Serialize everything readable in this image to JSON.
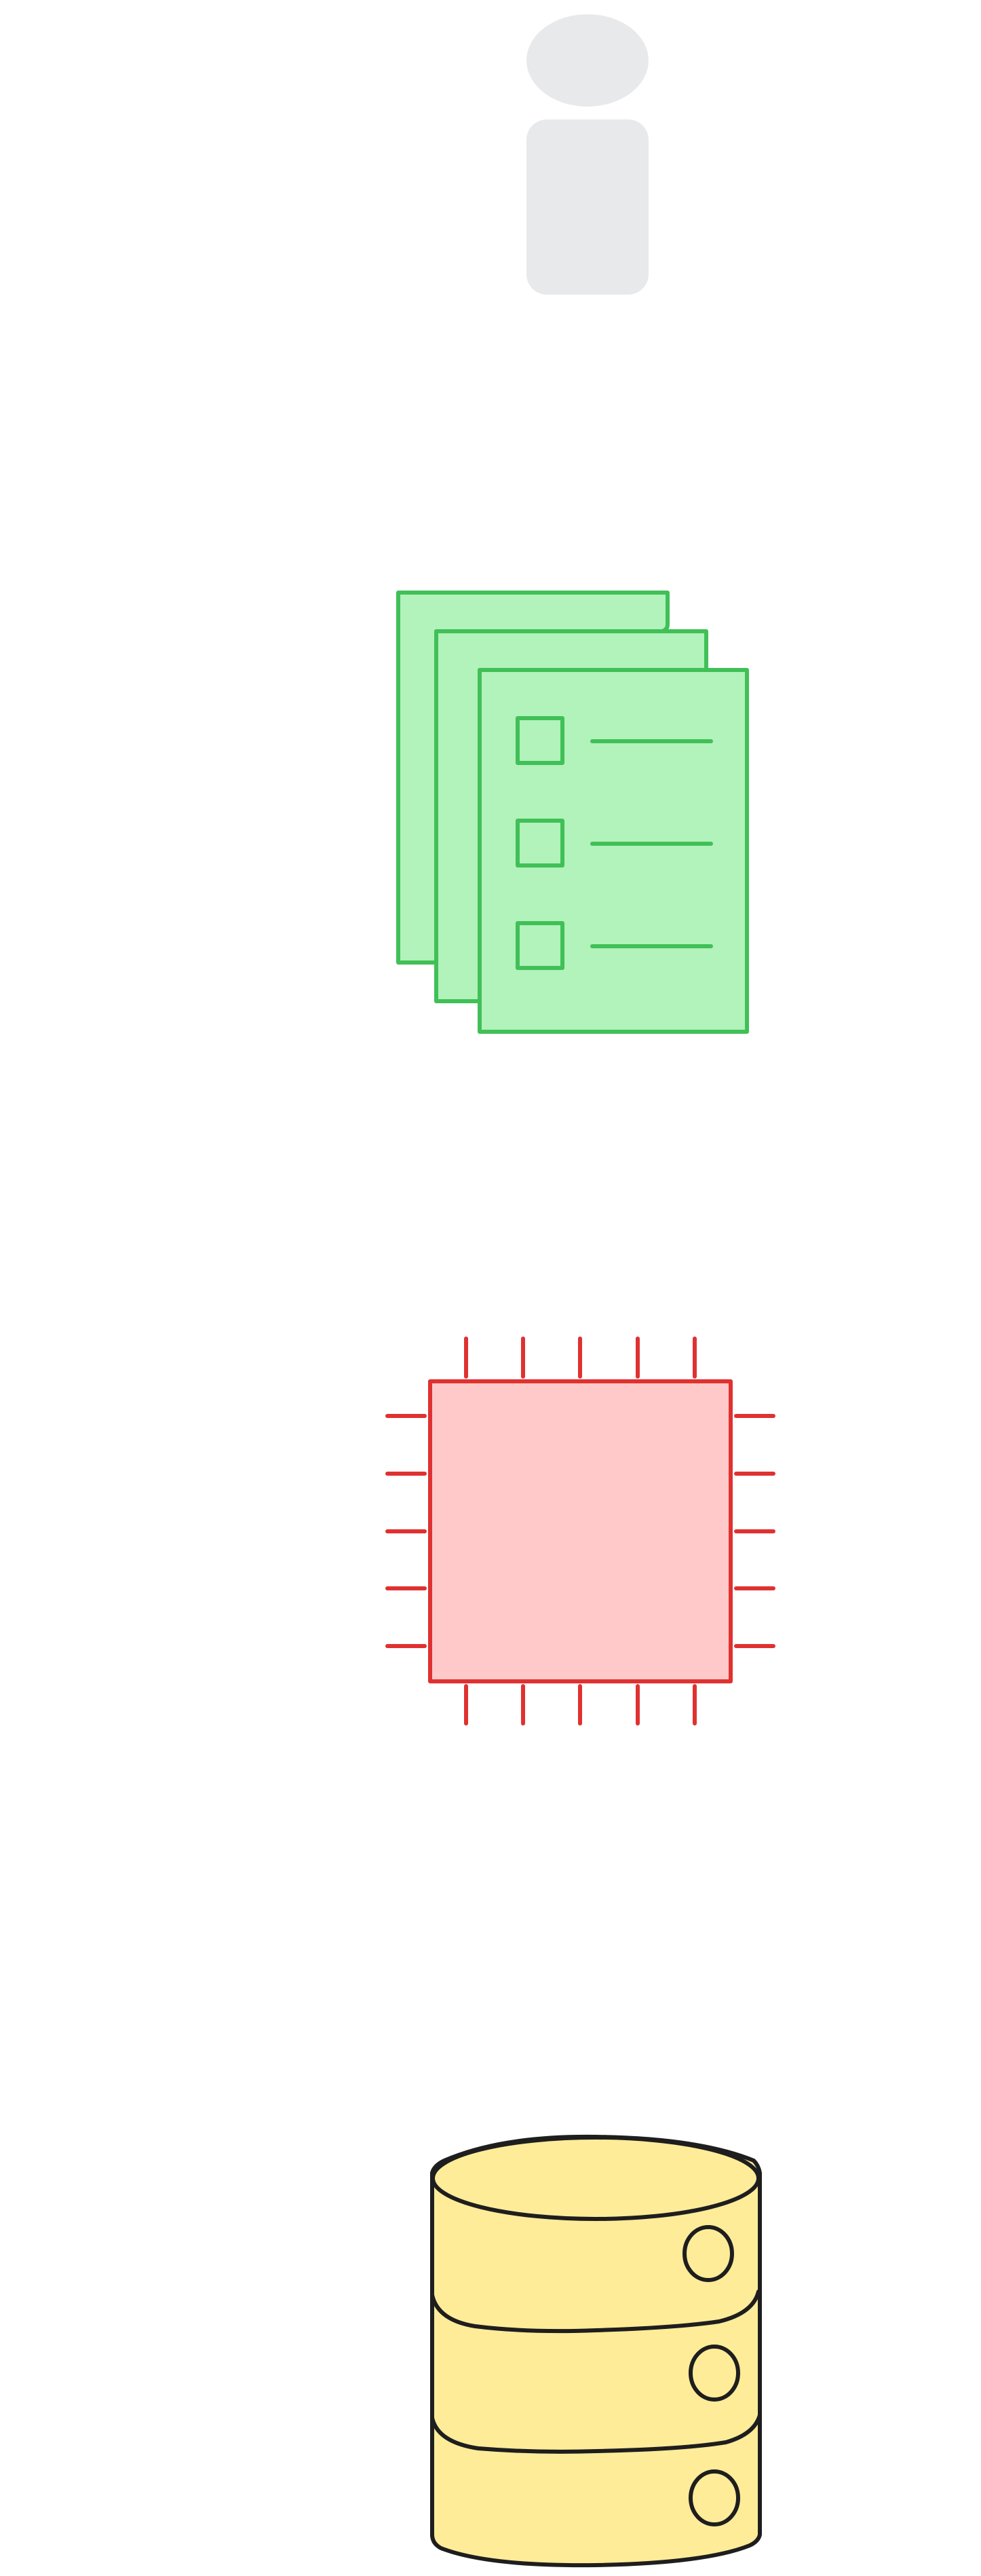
{
  "canvas": {
    "background": "#ffffff"
  },
  "shapes": [
    {
      "name": "info-icon",
      "icon": "info-icon",
      "fill": "#e8e9eb",
      "stroke": "none"
    },
    {
      "name": "checklist-documents-icon",
      "icon": "stacked-checklist-documents",
      "fill": "#b2f2bb",
      "stroke": "#40c057",
      "item_count": 3
    },
    {
      "name": "chip-icon",
      "icon": "processor-chip",
      "fill": "#ffc9c9",
      "stroke": "#e03131",
      "pins_per_side": 5
    },
    {
      "name": "database-icon",
      "icon": "database-cylinder",
      "fill": "#ffec99",
      "stroke": "#1e1e1e",
      "layers": 3
    }
  ]
}
